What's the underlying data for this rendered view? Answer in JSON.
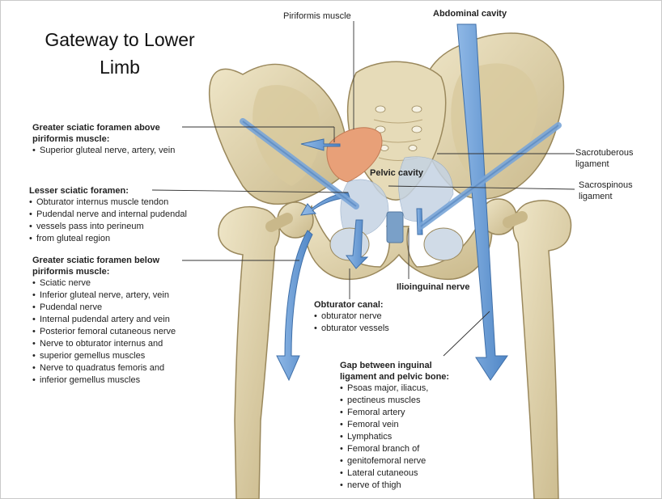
{
  "title_line1": "Gateway to Lower",
  "title_line2": "Limb",
  "labels": {
    "piriformis": "Piriformis muscle",
    "abdominal": "Abdominal cavity",
    "pelvic_cavity": "Pelvic cavity",
    "sacrotuberous_1": "Sacrotuberous",
    "sacrotuberous_2": "ligament",
    "sacrospinous_1": "Sacrospinous",
    "sacrospinous_2": "ligament",
    "ilioinguinal": "Ilioinguinal nerve"
  },
  "gsf_above": {
    "head1": "Greater sciatic foramen above",
    "head2": "piriformis muscle:",
    "items": [
      "Superior gluteal nerve, artery, vein"
    ]
  },
  "lesser": {
    "head": "Lesser sciatic foramen:",
    "items": [
      "Obturator internus muscle tendon",
      "Pudendal nerve and internal pudendal",
      "vessels pass into perineum",
      "from gluteal region"
    ]
  },
  "gsf_below": {
    "head1": "Greater sciatic foramen below",
    "head2": "piriformis muscle:",
    "items": [
      "Sciatic nerve",
      "Inferior gluteal nerve, artery, vein",
      "Pudendal nerve",
      "Internal pudendal artery and vein",
      "Posterior femoral cutaneous nerve",
      "Nerve to obturator internus and",
      "superior gemellus muscles",
      "Nerve to quadratus femoris and",
      "inferior gemellus muscles"
    ]
  },
  "obturator": {
    "head": "Obturator canal:",
    "items": [
      "obturator nerve",
      "obturator vessels"
    ]
  },
  "gap": {
    "head1": "Gap between inguinal",
    "head2": "ligament and pelvic bone:",
    "items": [
      "Psoas major, iliacus,",
      "pectineus muscles",
      "Femoral artery",
      "Femoral vein",
      "Lymphatics",
      "Femoral branch of",
      "genitofemoral nerve",
      "Lateral cutaneous",
      "nerve of thigh"
    ]
  },
  "colors": {
    "bone": "#e2d6b1",
    "bone_shadow": "#b9a67a",
    "arrow_blue": "#6d9fd6",
    "piriformis": "#e8a078",
    "ligament": "#c5d3e3"
  }
}
